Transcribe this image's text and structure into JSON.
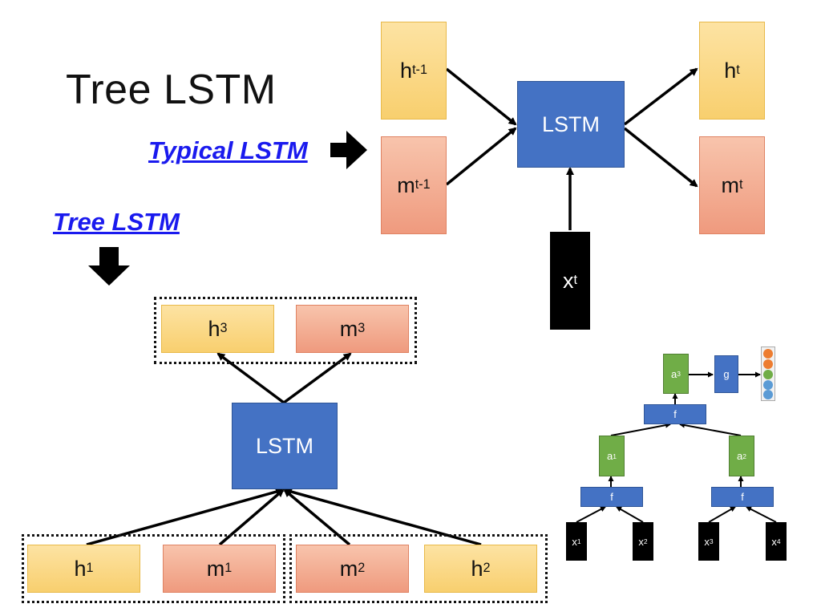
{
  "title": "Tree LSTM",
  "links": {
    "typical": "Typical LSTM",
    "tree": "Tree LSTM"
  },
  "typical": {
    "h_prev": {
      "base": "h",
      "sup": "t-1"
    },
    "m_prev": {
      "base": "m",
      "sup": "t-1"
    },
    "lstm": "LSTM",
    "h_out": {
      "base": "h",
      "sup": "t"
    },
    "m_out": {
      "base": "m",
      "sup": "t"
    },
    "x": {
      "base": "x",
      "sup": "t"
    }
  },
  "tree": {
    "h3": {
      "base": "h",
      "sup": "3"
    },
    "m3": {
      "base": "m",
      "sup": "3"
    },
    "lstm": "LSTM",
    "h1": {
      "base": "h",
      "sup": "1"
    },
    "m1": {
      "base": "m",
      "sup": "1"
    },
    "m2": {
      "base": "m",
      "sup": "2"
    },
    "h2": {
      "base": "h",
      "sup": "2"
    }
  },
  "small_tree": {
    "a3": {
      "base": "a",
      "sup": "3"
    },
    "g": "g",
    "f_top": "f",
    "a1": {
      "base": "a",
      "sup": "1"
    },
    "a2": {
      "base": "a",
      "sup": "2"
    },
    "f_left": "f",
    "f_right": "f",
    "x1": {
      "base": "x",
      "sup": "1"
    },
    "x2": {
      "base": "x",
      "sup": "2"
    },
    "x3": {
      "base": "x",
      "sup": "3"
    },
    "x4": {
      "base": "x",
      "sup": "4"
    },
    "output_dot_colors": [
      "#ed7d31",
      "#ed7d31",
      "#70ad47",
      "#5b9bd5",
      "#5b9bd5"
    ]
  },
  "colors": {
    "lstm_blue": "#4472c4",
    "yellow": "#f8cf6e",
    "salmon": "#ef9a7e",
    "green": "#70ad47",
    "link": "#1a1aee"
  }
}
